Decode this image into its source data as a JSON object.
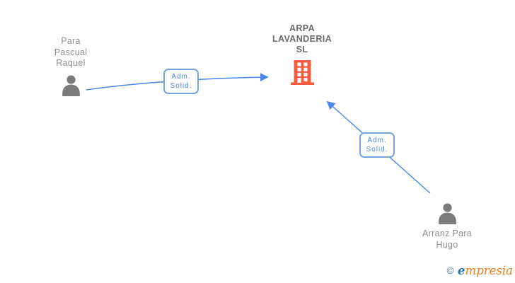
{
  "diagram": {
    "company": {
      "name": "ARPA\nLAVANDERIA\nSL",
      "icon": "building-icon"
    },
    "persons": [
      {
        "name": "Para\nPascual\nRaquel",
        "icon": "person-icon"
      },
      {
        "name": "Arranz Para\nHugo",
        "icon": "person-icon"
      }
    ],
    "edges": [
      {
        "from": "Para Pascual Raquel",
        "to": "ARPA LAVANDERIA SL",
        "label": "Adm.\nSolid."
      },
      {
        "from": "Arranz Para Hugo",
        "to": "ARPA LAVANDERIA SL",
        "label": "Adm.\nSolid."
      }
    ],
    "colors": {
      "arrow": "#4a86e8",
      "label_text": "#4a86e8",
      "label_border": "#74a3e3",
      "building": "#fb5b3d",
      "person": "#7a7a7a",
      "company_text": "#6a6a6a",
      "person_text": "#8f8f8f",
      "logo_copyright": "#3e7fa8",
      "logo_e": "#2470b3",
      "logo_rest": "#ee7d18"
    }
  },
  "footer": {
    "copyright": "©",
    "brand_e": "e",
    "brand_rest": "mpresia"
  }
}
